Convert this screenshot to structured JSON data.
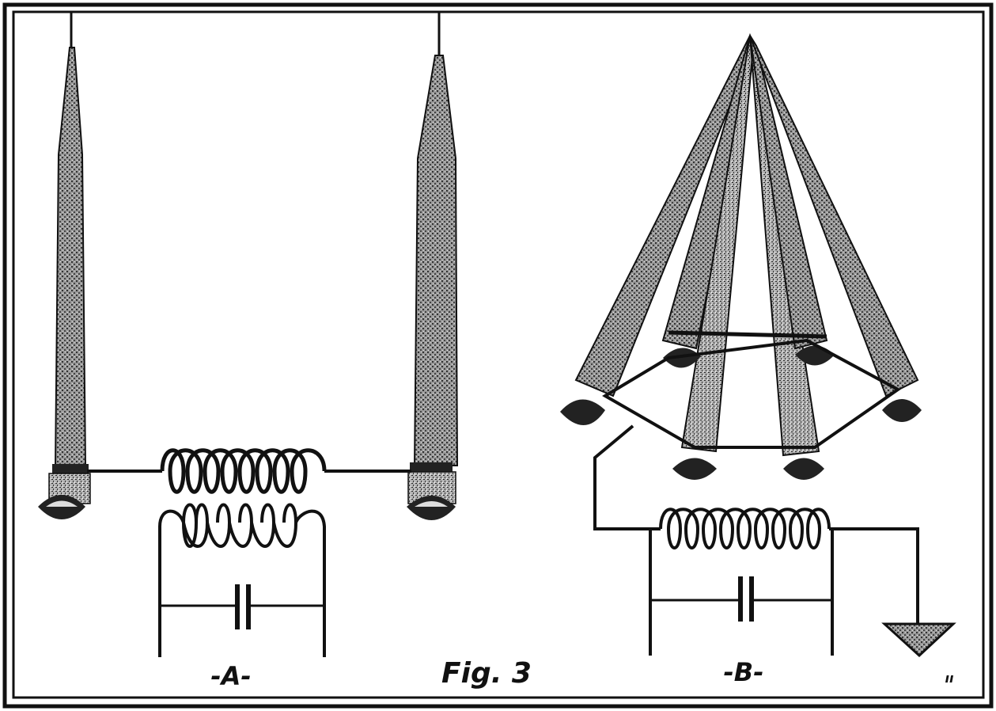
{
  "figure": {
    "caption": "Fig. 3",
    "label_a": "-A-",
    "label_b": "-B-",
    "corner_mark": "ıı"
  }
}
